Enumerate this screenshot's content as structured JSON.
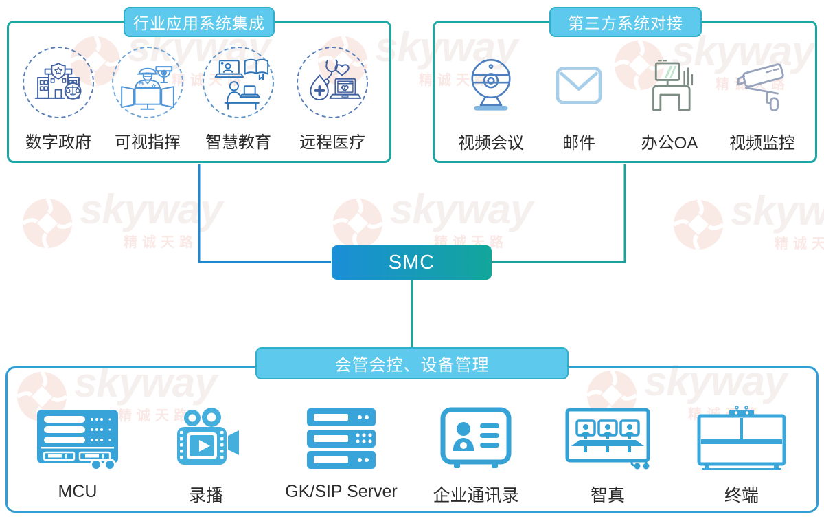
{
  "watermark": {
    "brand": "skyway",
    "slogan": "精诚天路"
  },
  "smc": {
    "label": "SMC"
  },
  "boxes": {
    "industry": {
      "title": "行业应用系统集成",
      "items": [
        {
          "label": "数字政府",
          "icon": "digital-government-icon"
        },
        {
          "label": "可视指挥",
          "icon": "visual-command-icon"
        },
        {
          "label": "智慧教育",
          "icon": "smart-education-icon"
        },
        {
          "label": "远程医疗",
          "icon": "remote-medical-icon"
        }
      ]
    },
    "third_party": {
      "title": "第三方系统对接",
      "items": [
        {
          "label": "视频会议",
          "icon": "video-conference-icon"
        },
        {
          "label": "邮件",
          "icon": "email-icon"
        },
        {
          "label": "办公OA",
          "icon": "office-oa-icon"
        },
        {
          "label": "视频监控",
          "icon": "video-surveillance-icon"
        }
      ]
    },
    "management": {
      "title": "会管会控、设备管理",
      "items": [
        {
          "label": "MCU",
          "icon": "mcu-icon"
        },
        {
          "label": "录播",
          "icon": "recording-icon"
        },
        {
          "label": "GK/SIP Server",
          "icon": "gk-sip-server-icon"
        },
        {
          "label": "企业通讯录",
          "icon": "enterprise-directory-icon"
        },
        {
          "label": "智真",
          "icon": "telepresence-icon"
        },
        {
          "label": "终端",
          "icon": "terminal-icon"
        }
      ]
    }
  },
  "colors": {
    "teal_border": "#1CA8A2",
    "blue_border": "#2F9FD6",
    "tab_fill": "#5CC9ED",
    "connector_blue": "#1E88D2",
    "connector_teal": "#1AA29B",
    "smc_gradient_start": "#1B8ED8",
    "smc_gradient_end": "#12A69B",
    "solid_icon_blue": "#38A3D8",
    "watermark_red": "#D94F35"
  }
}
